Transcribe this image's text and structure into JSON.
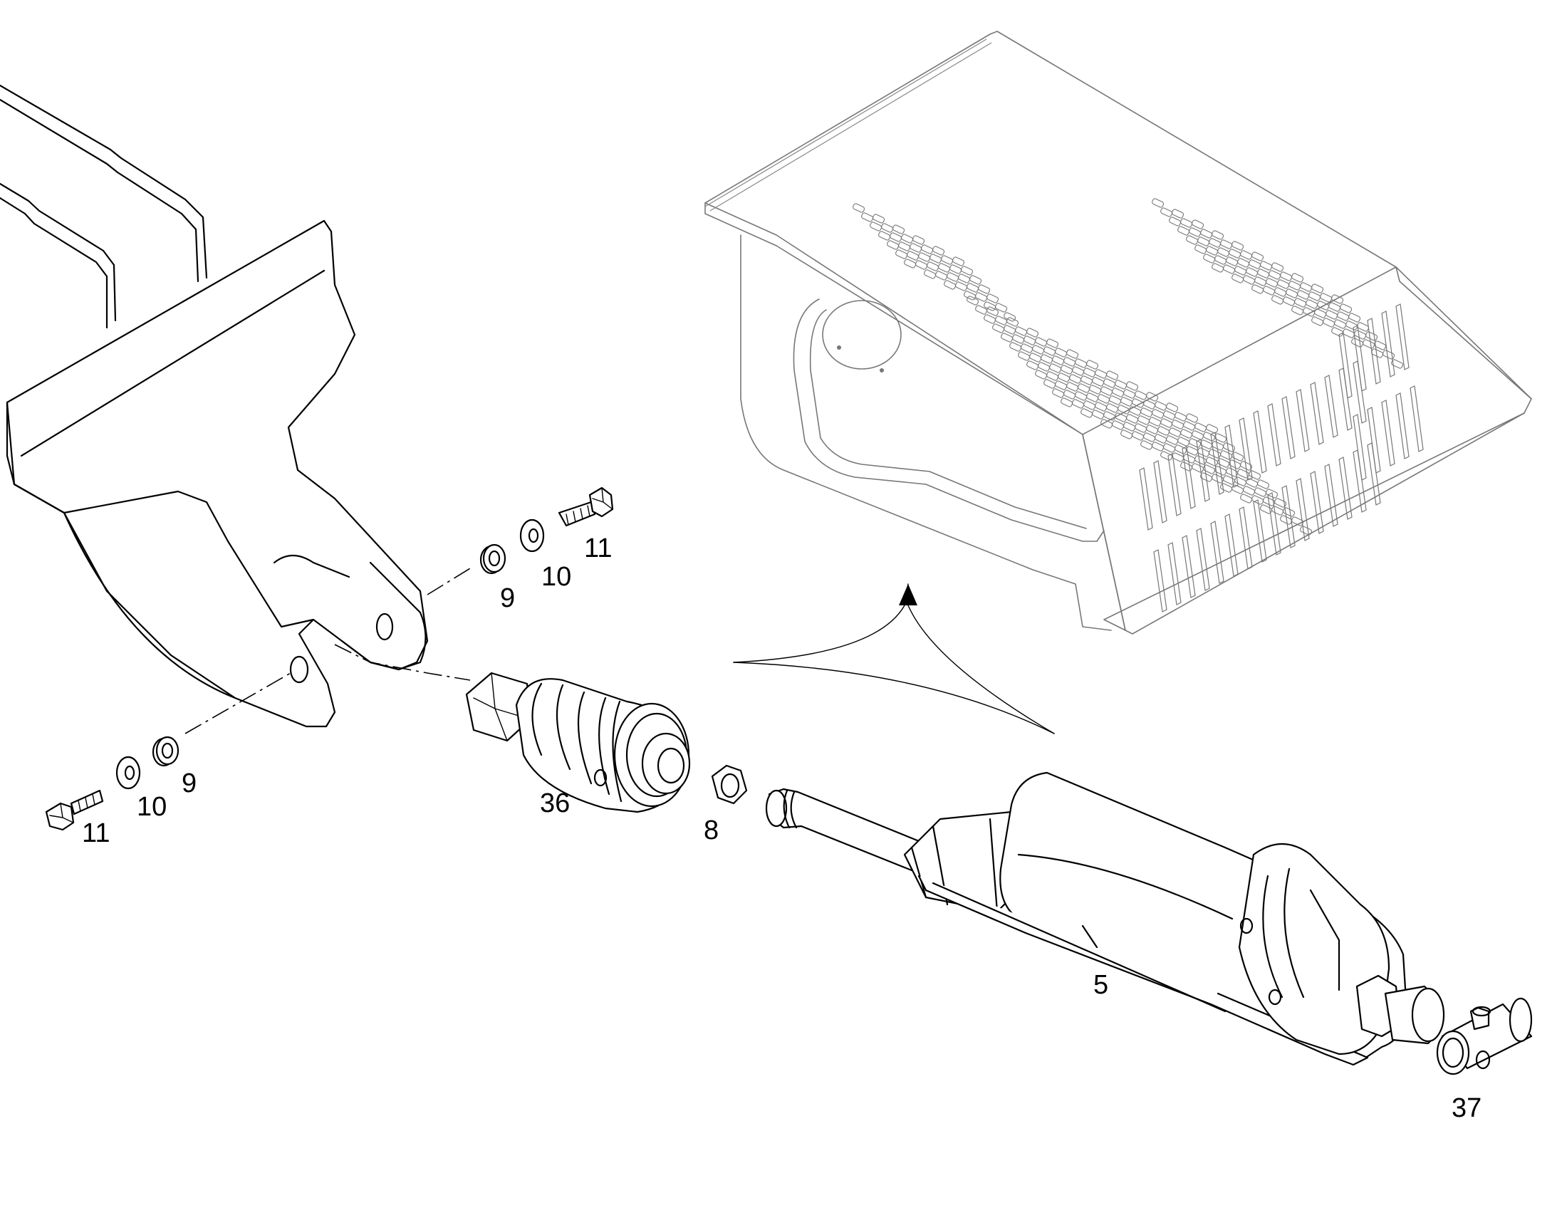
{
  "callouts": {
    "bolt_upper": "11",
    "washer_upper": "10",
    "spacer_upper": "9",
    "bolt_lower": "11",
    "washer_lower": "10",
    "spacer_lower": "9",
    "pivot_bushing": "36",
    "nut": "8",
    "main_unit": "5",
    "tee_fitting": "37"
  },
  "colors": {
    "line": "#000000",
    "cover_line": "#777777",
    "background": "#ffffff"
  }
}
